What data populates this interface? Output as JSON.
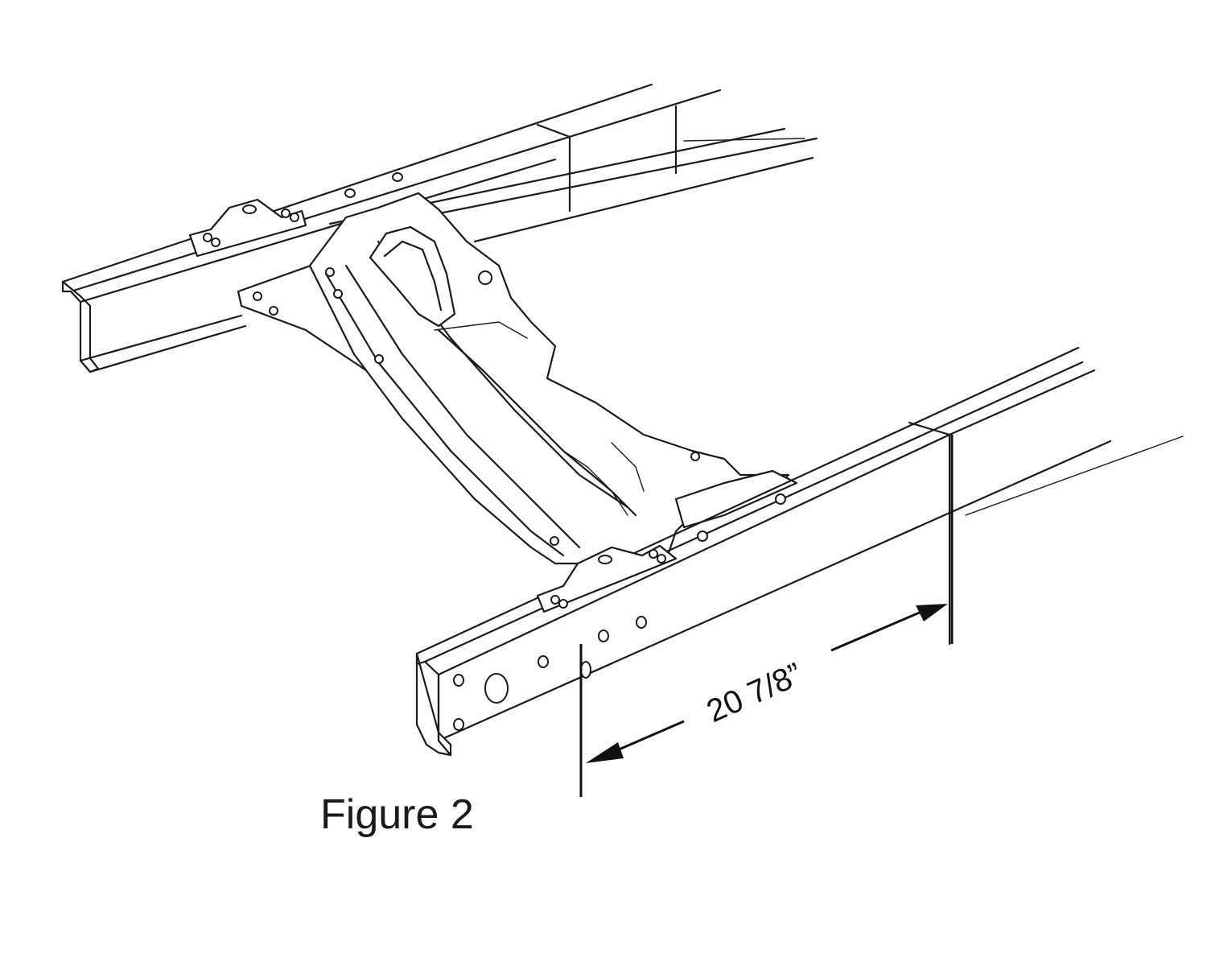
{
  "figure": {
    "caption": "Figure 2",
    "dimension_label": "20 7/8”",
    "subject": "frame-rail-crossmember-illustration"
  }
}
